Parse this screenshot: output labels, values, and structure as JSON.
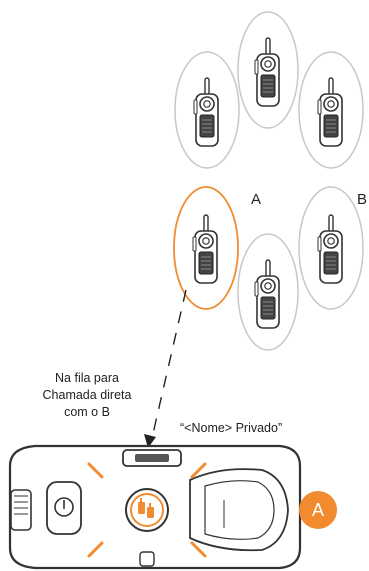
{
  "radios": {
    "label_a": "A",
    "label_b": "B"
  },
  "queue_text": {
    "line1": "Na fila para",
    "line2": "Chamada direta",
    "line3": "com o B"
  },
  "private_label": "“<Nome> Privado”",
  "badge_letter": "A",
  "colors": {
    "highlight": "#f28a30",
    "ellipse_outline": "#c8c8c8",
    "device_outline": "#333333"
  }
}
